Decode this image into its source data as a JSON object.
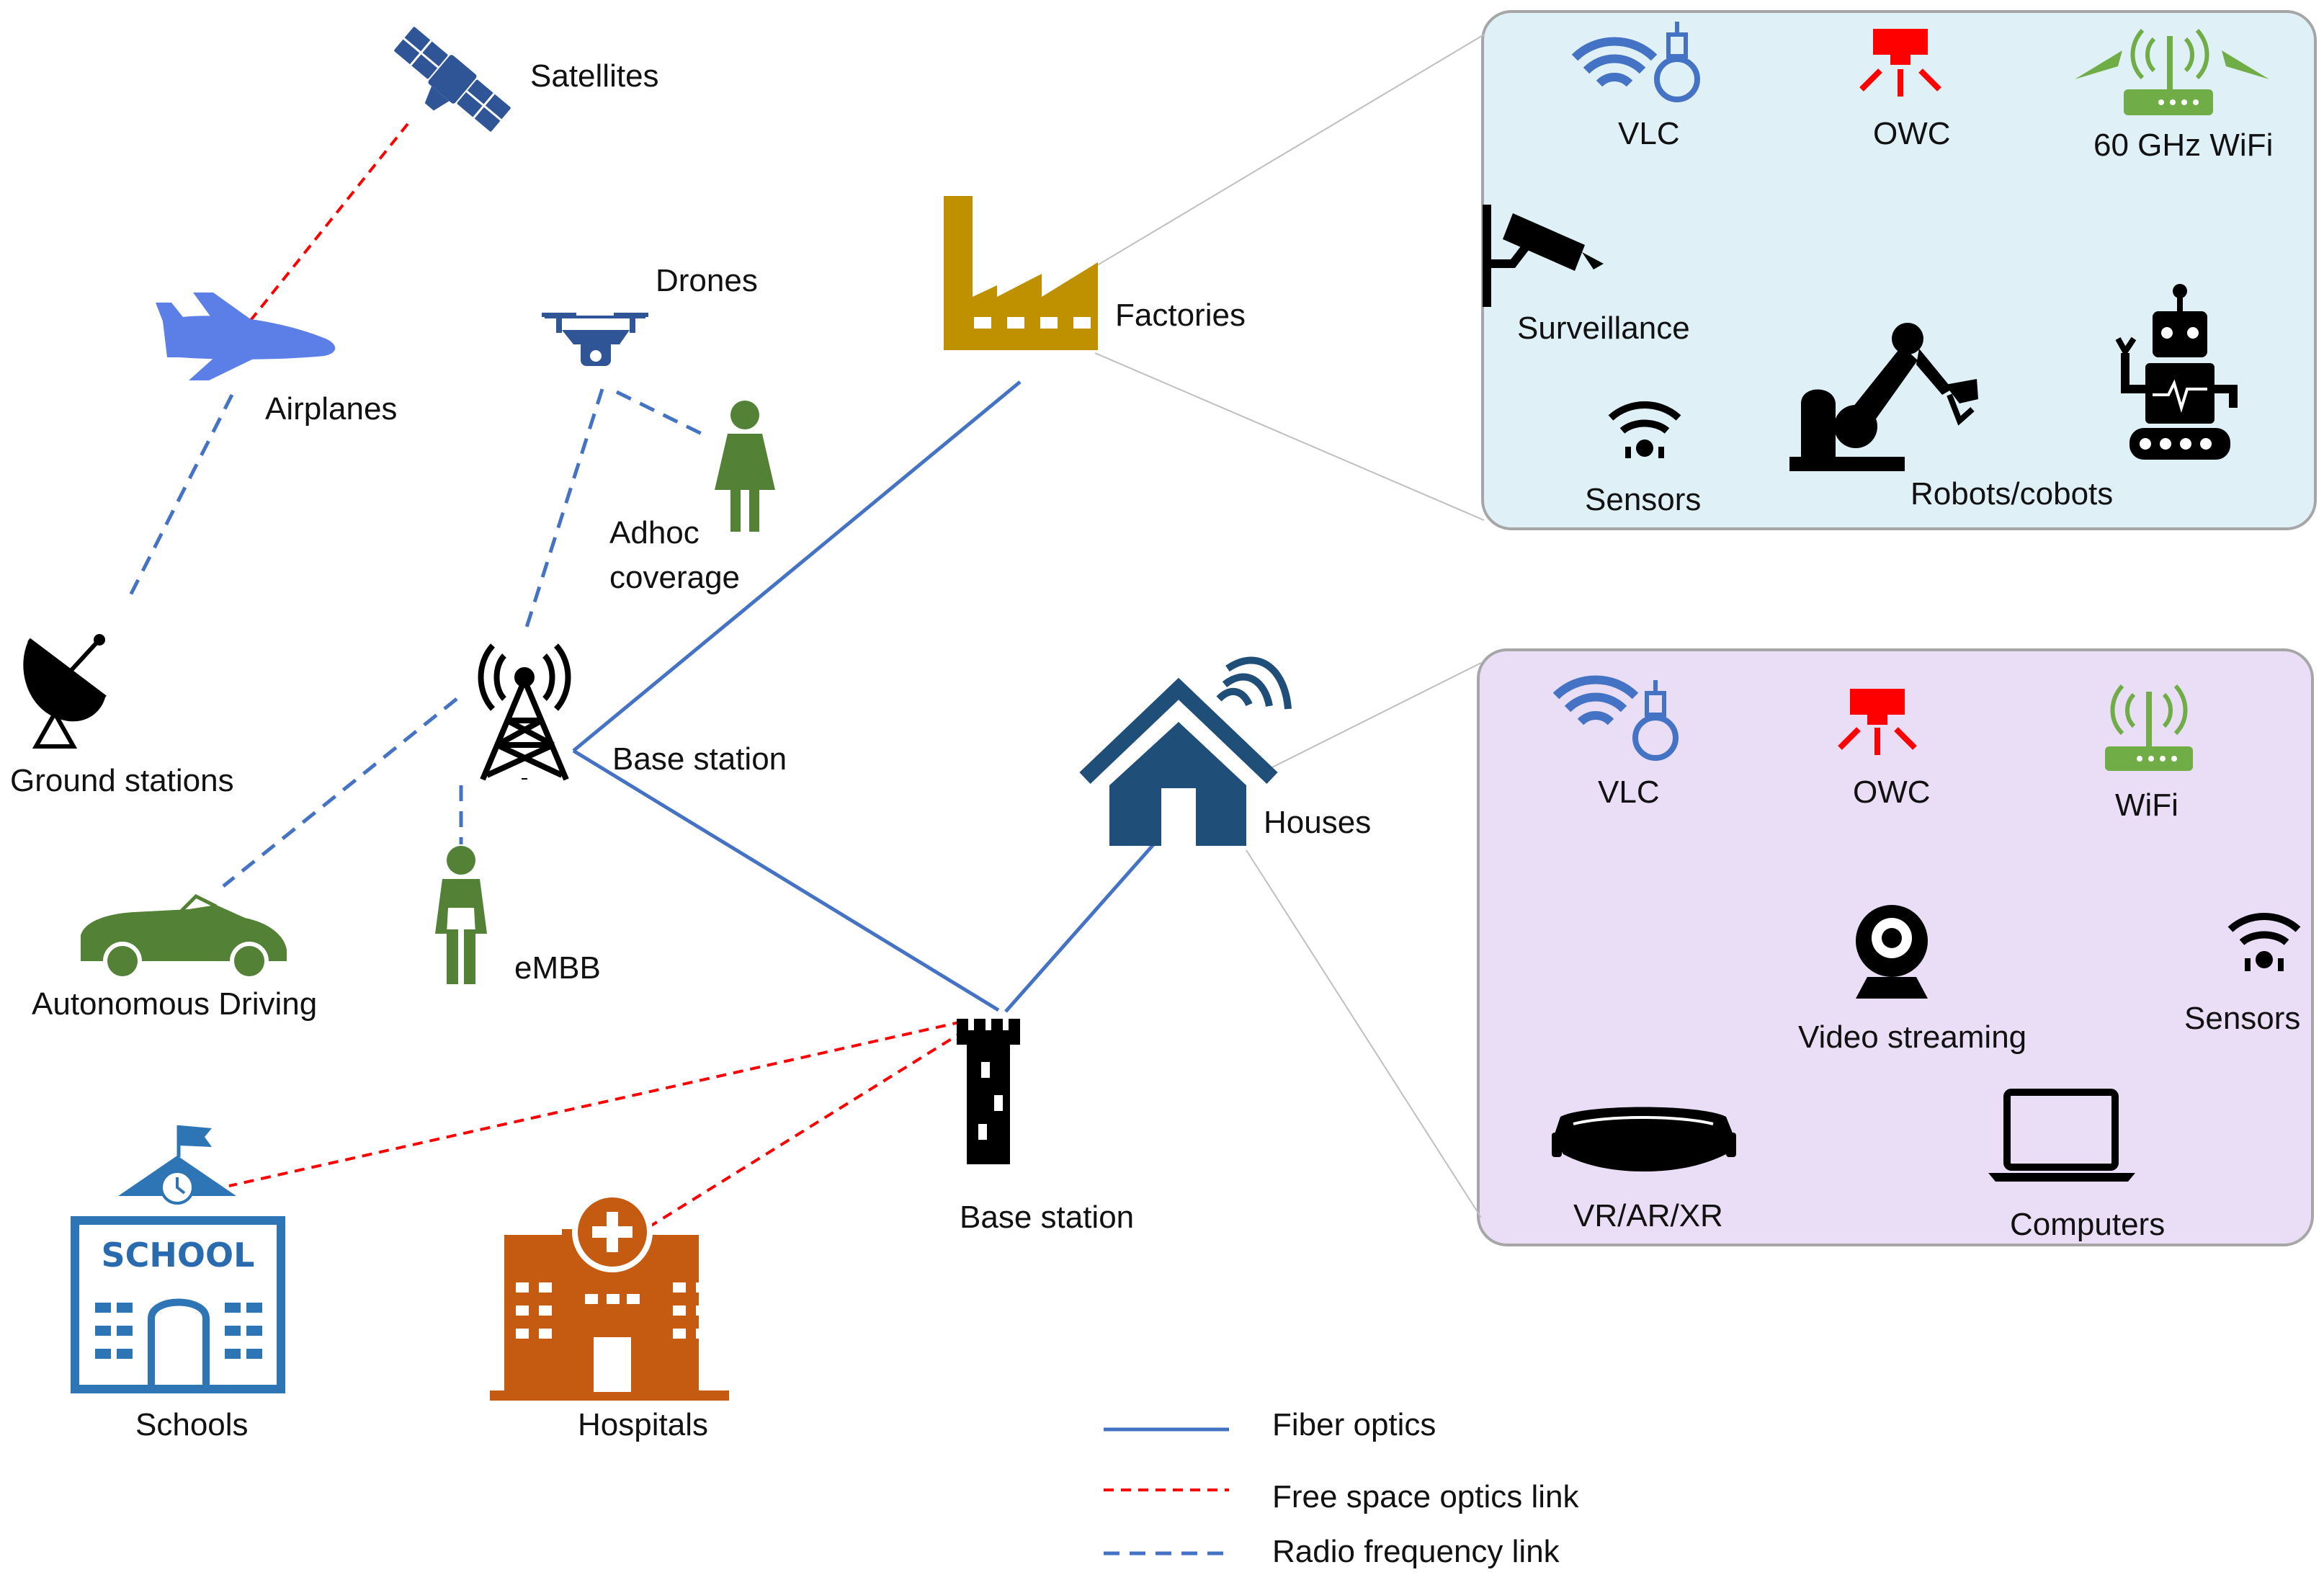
{
  "labels": {
    "satellites": "Satellites",
    "airplanes": "Airplanes",
    "drones": "Drones",
    "adhoc_line1": "Adhoc",
    "adhoc_line2": "coverage",
    "ground_stations": "Ground stations",
    "base_station_main": "Base station",
    "base_station_lower": "Base station",
    "autonomous_driving": "Autonomous Driving",
    "embb": "eMBB",
    "factories": "Factories",
    "houses": "Houses",
    "schools": "Schools",
    "hospitals": "Hospitals",
    "school_sign": "SCHOOL"
  },
  "factory_panel": {
    "bg_color": "#dff1f7",
    "items": {
      "vlc": "VLC",
      "owc": "OWC",
      "wifi60": "60 GHz WiFi",
      "surveillance": "Surveillance",
      "sensors": "Sensors",
      "robots": "Robots/cobots"
    }
  },
  "house_panel": {
    "bg_color": "#e9def6",
    "items": {
      "vlc": "VLC",
      "owc": "OWC",
      "wifi": "WiFi",
      "video": "Video streaming",
      "sensors": "Sensors",
      "vr": "VR/AR/XR",
      "computers": "Computers"
    }
  },
  "legend": {
    "fiber": "Fiber optics",
    "fso": "Free space optics link",
    "rf": "Radio frequency link"
  },
  "colors": {
    "fiber": "#4472c4",
    "fso": "#ff0000",
    "rf": "#4472c4",
    "green": "#538135",
    "navy_blue": "#1f4e79",
    "factory_gold": "#bf9000",
    "hospital_orange": "#c55a11",
    "school_blue": "#2e75b6",
    "red_icon": "#ff0000"
  }
}
